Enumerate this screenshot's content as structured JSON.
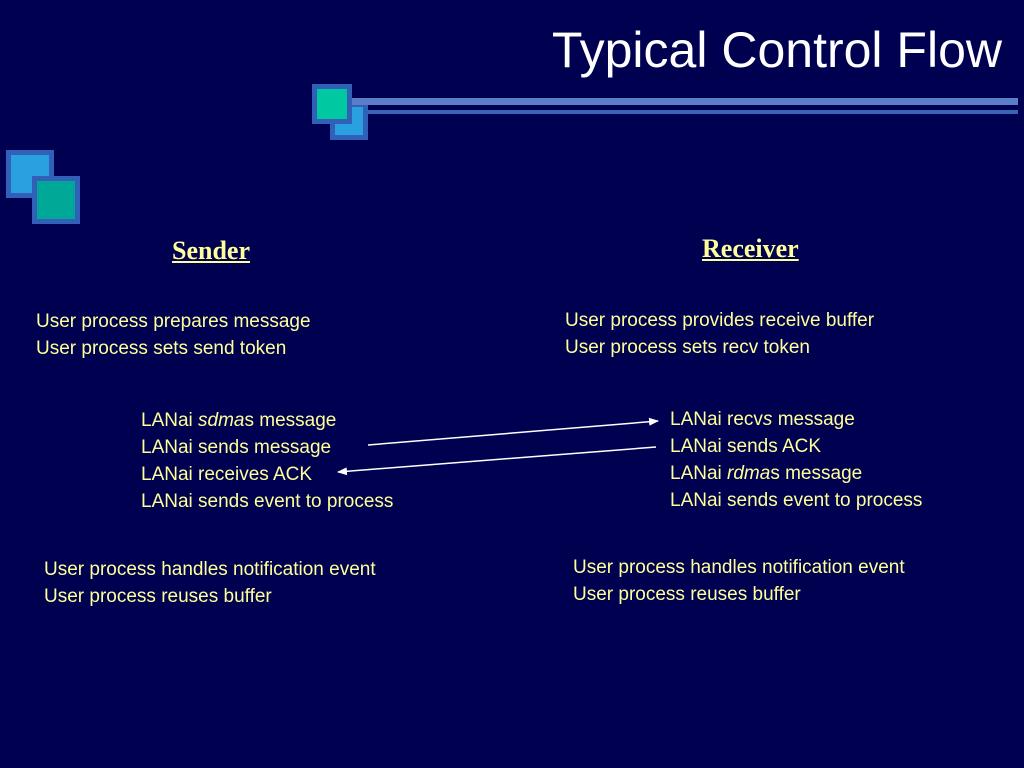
{
  "title": "Typical Control Flow",
  "colors": {
    "background": "#000050",
    "text": "#ffff99",
    "title": "#ffffff",
    "accent_teal": "#00b0a0",
    "accent_blue": "#2aa0e0",
    "rule": "#5a7ec8"
  },
  "sender": {
    "heading": "Sender",
    "user_setup": [
      "User process prepares message",
      "User process sets send token"
    ],
    "lanai": [
      {
        "pre": "LANai ",
        "em": "sdma",
        "post": "s message"
      },
      {
        "pre": "LANai sends message",
        "em": "",
        "post": ""
      },
      {
        "pre": "LANai receives ACK",
        "em": "",
        "post": ""
      },
      {
        "pre": "LANai sends event to process",
        "em": "",
        "post": ""
      }
    ],
    "user_finish": [
      "User process handles notification event",
      "User process reuses buffer"
    ]
  },
  "receiver": {
    "heading": "Receiver",
    "user_setup": [
      "User process provides receive buffer",
      "User process sets recv token"
    ],
    "lanai": [
      {
        "pre": "LANai recv",
        "em": "s",
        "post": " message"
      },
      {
        "pre": "LANai sends ACK",
        "em": "",
        "post": ""
      },
      {
        "pre": "LANai ",
        "em": "rdma",
        "post": "s message"
      },
      {
        "pre": "LANai sends event to process",
        "em": "",
        "post": ""
      }
    ],
    "user_finish": [
      "User process handles notification event",
      "User process reuses buffer"
    ]
  },
  "arrows": [
    {
      "from": "sender.lanai.1",
      "to": "receiver.lanai.0"
    },
    {
      "from": "receiver.lanai.1",
      "to": "sender.lanai.2"
    }
  ]
}
